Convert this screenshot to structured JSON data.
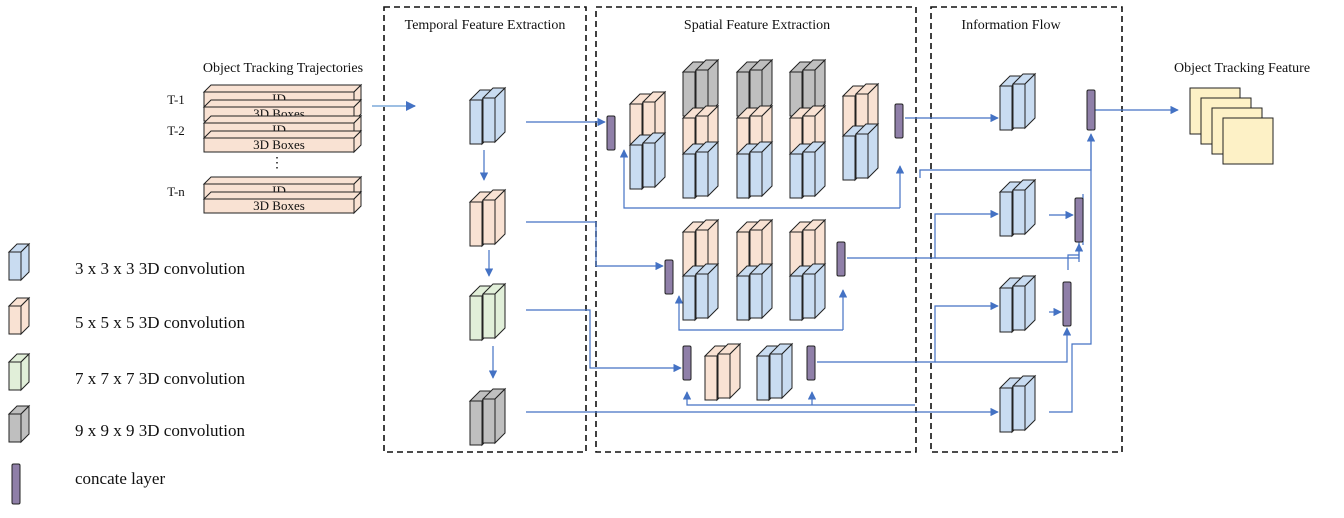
{
  "panels": {
    "temporal": "Temporal Feature Extraction",
    "spatial": "Spatial Feature Extraction",
    "info_flow": "Information Flow"
  },
  "input": {
    "title": "Object Tracking Trajectories",
    "rows": [
      {
        "time": "T-1",
        "top": "ID",
        "bottom": "3D Boxes"
      },
      {
        "time": "T-2",
        "top": "ID",
        "bottom": "3D Boxes"
      },
      {
        "time": "T-n",
        "top": "ID",
        "bottom": "3D Boxes"
      }
    ],
    "ellipsis": "⋮"
  },
  "output": {
    "title": "Object Tracking Feature"
  },
  "legend": [
    {
      "kind": "3",
      "label": "3 x 3 x 3 3D convolution"
    },
    {
      "kind": "5",
      "label": "5 x 5 x 5 3D convolution"
    },
    {
      "kind": "7",
      "label": "7 x 7 x 7 3D convolution"
    },
    {
      "kind": "9",
      "label": "9 x 9 x 9 3D convolution"
    },
    {
      "kind": "c",
      "label": "concate layer"
    }
  ],
  "colors": {
    "conv3": "#c9dcf1",
    "conv5": "#f9e2d3",
    "conv7": "#e1efd9",
    "conv9": "#bfbfbf",
    "concat": "#8f7fa8",
    "arrow": "#4472c4",
    "box_fill": "#f9e2d3",
    "output_fill": "#fdf1c6"
  }
}
